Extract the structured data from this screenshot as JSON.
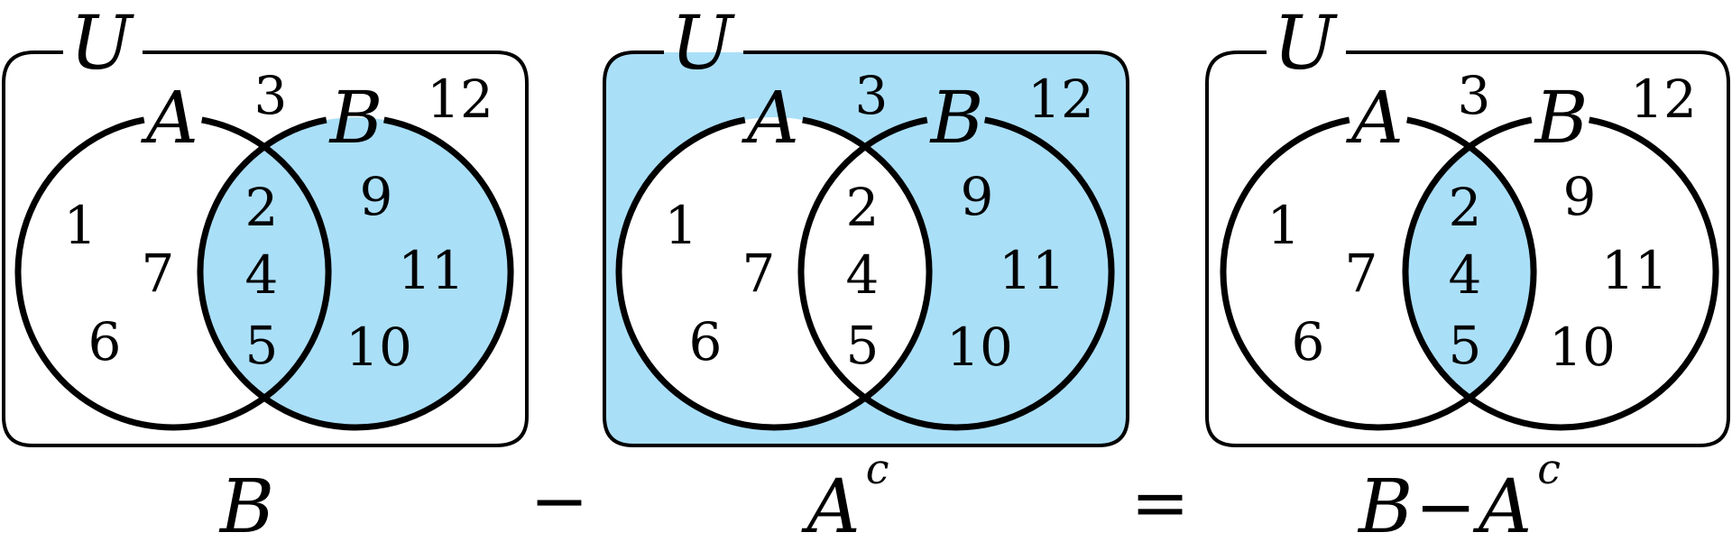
{
  "colors": {
    "shade": "#aadff8",
    "stroke": "#000000",
    "background": "#ffffff"
  },
  "panels": [
    {
      "universe_label": "U",
      "set_a_label": "A",
      "set_b_label": "B",
      "shading": "B",
      "caption": {
        "main": "B",
        "mid": "",
        "tail": "",
        "sup": ""
      },
      "regions": {
        "outside": [
          "3",
          "12"
        ],
        "a_only": [
          "1",
          "7",
          "6"
        ],
        "intersection": [
          "2",
          "4",
          "5"
        ],
        "b_only": [
          "9",
          "11",
          "10"
        ]
      }
    },
    {
      "universe_label": "U",
      "set_a_label": "A",
      "set_b_label": "B",
      "shading": "complement-of-A",
      "caption": {
        "main": "A",
        "mid": "",
        "tail": "",
        "sup": "c"
      },
      "regions": {
        "outside": [
          "3",
          "12"
        ],
        "a_only": [
          "1",
          "7",
          "6"
        ],
        "intersection": [
          "2",
          "4",
          "5"
        ],
        "b_only": [
          "9",
          "11",
          "10"
        ]
      }
    },
    {
      "universe_label": "U",
      "set_a_label": "A",
      "set_b_label": "B",
      "shading": "A-intersect-B",
      "caption": {
        "main": "B",
        "mid": "−",
        "tail": "A",
        "sup": "c"
      },
      "regions": {
        "outside": [
          "3",
          "12"
        ],
        "a_only": [
          "1",
          "7",
          "6"
        ],
        "intersection": [
          "2",
          "4",
          "5"
        ],
        "b_only": [
          "9",
          "11",
          "10"
        ]
      }
    }
  ],
  "operators": {
    "minus": "−",
    "equals": "="
  }
}
